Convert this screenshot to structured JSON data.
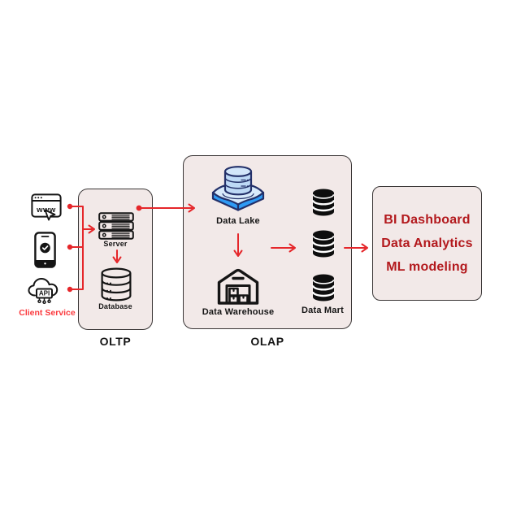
{
  "colors": {
    "background": "#ffffff",
    "panel_bg": "#f2e9e8",
    "panel_border": "#3a3636",
    "arrow_red": "#e5262a",
    "client_caption_red": "#fb3a3e",
    "output_text_red": "#b3191d",
    "icon_black": "#151515",
    "lake_blue_side": "#2e9bf5",
    "lake_blue_light": "#d8eafb",
    "lake_outline_navy": "#233069"
  },
  "clients": {
    "caption": "Client Service",
    "browser_text": "www",
    "api_text": "API",
    "icons": [
      "browser-www",
      "mobile-app",
      "api-cloud"
    ]
  },
  "oltp": {
    "title": "OLTP",
    "server_label": "Server",
    "database_label": "Database"
  },
  "olap": {
    "title": "OLAP",
    "data_lake_label": "Data Lake",
    "warehouse_label": "Data Warehouse",
    "mart_label": "Data Mart"
  },
  "outputs": {
    "lines": [
      "BI Dashboard",
      "Data Analytics",
      "ML modeling"
    ]
  }
}
